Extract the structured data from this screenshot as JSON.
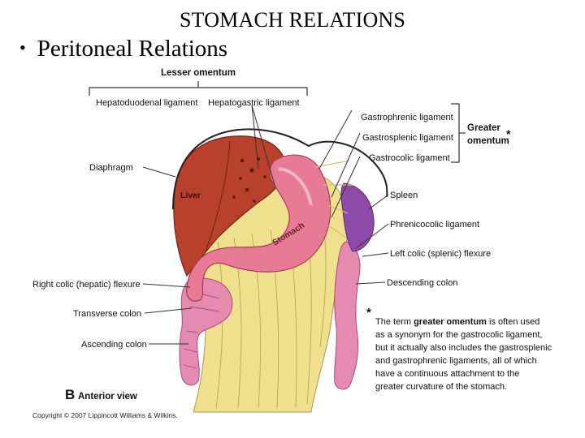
{
  "slide": {
    "title": "STOMACH RELATIONS",
    "bullet": "Peritoneal Relations"
  },
  "figure": {
    "labels": {
      "lesser_omentum": "Lesser omentum",
      "hepatoduodenal": "Hepatoduodenal ligament",
      "hepatogastric": "Hepatogastric ligament",
      "gastrophrenic": "Gastrophrenic ligament",
      "gastrosplenic": "Gastrosplenic ligament",
      "gastrocolic": "Gastrocolic ligament",
      "greater_omentum_line1": "Greater",
      "greater_omentum_line2": "omentum",
      "asterisk": "*",
      "diaphragm": "Diaphragm",
      "liver": "Liver",
      "stomach": "Stomach",
      "spleen": "Spleen",
      "phrenicocolic": "Phrenicocolic ligament",
      "left_colic": "Left colic (splenic) flexure",
      "descending_colon": "Descending colon",
      "right_colic": "Right colic (hepatic) flexure",
      "transverse_colon": "Transverse colon",
      "ascending_colon": "Ascending colon",
      "view_letter": "B",
      "view_label": "Anterior view",
      "copyright": "Copyright © 2007 Lippincott Williams & Wilkins."
    },
    "footnote": {
      "star": "*",
      "line1_pre": "The term ",
      "line1_bold": "greater omentum",
      "line1_post": " is often used",
      "line2": "as a synonym for the gastrocolic ligament,",
      "line3": "but it actually also includes the gastrosplenic",
      "line4": "and gastrophrenic ligaments, all of which",
      "line5": "have a continuous attachment to the",
      "line6": "greater curvature of the stomach."
    },
    "colors": {
      "liver": "#b8412b",
      "stomach": "#e77a94",
      "omentum": "#efe08e",
      "spleen": "#8d4ba8",
      "colon": "#e58bb0",
      "diaphragm_line": "#222222"
    }
  }
}
